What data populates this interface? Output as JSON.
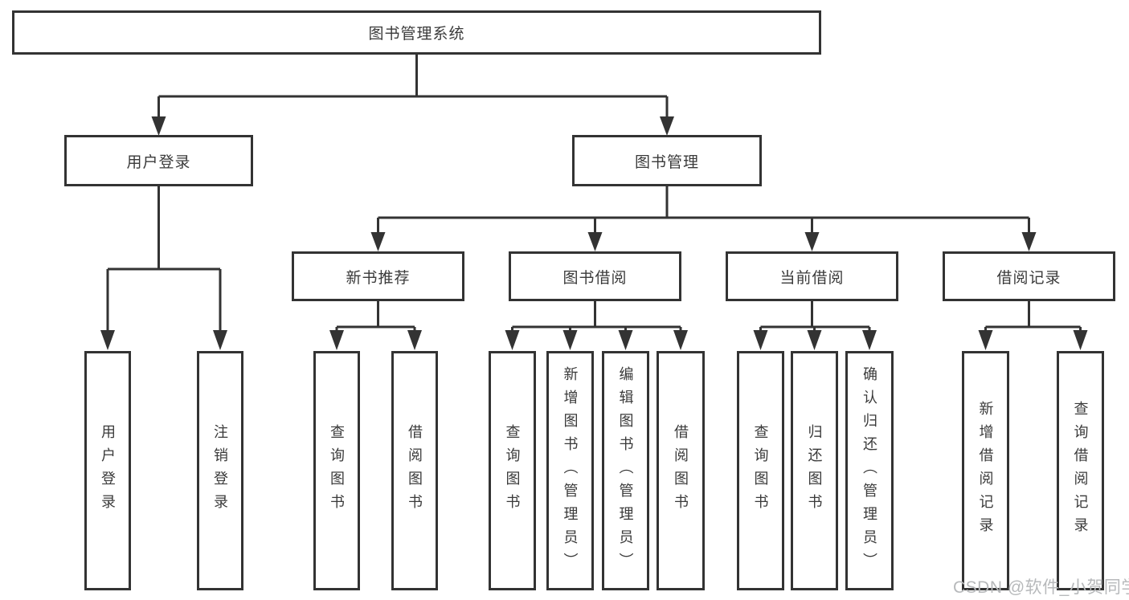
{
  "diagram_title": "图书管理系统",
  "watermark": "CSDN @软件_小贺同学",
  "colors": {
    "line": "#333333",
    "text": "#3a3a3a",
    "background": "#ffffff",
    "watermark": "#b7b9bb"
  },
  "tree": {
    "root": "图书管理系统",
    "branches": [
      {
        "label": "用户登录",
        "children": [
          "用户登录",
          "注销登录"
        ]
      },
      {
        "label": "图书管理",
        "groups": [
          {
            "label": "新书推荐",
            "children": [
              "查询图书",
              "借阅图书"
            ]
          },
          {
            "label": "图书借阅",
            "children": [
              "查询图书",
              "新增图书（管理员）",
              "编辑图书（管理员）",
              "借阅图书"
            ]
          },
          {
            "label": "当前借阅",
            "children": [
              "查询图书",
              "归还图书",
              "确认归还（管理员）"
            ]
          },
          {
            "label": "借阅记录",
            "children": [
              "新增借阅记录",
              "查询借阅记录"
            ]
          }
        ]
      }
    ]
  }
}
